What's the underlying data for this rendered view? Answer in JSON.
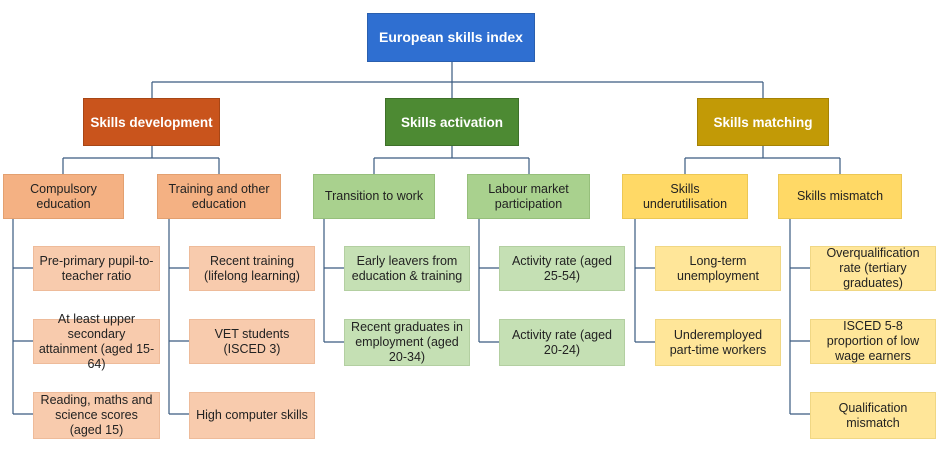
{
  "root": "European skills index",
  "pillars": {
    "development": "Skills development",
    "activation": "Skills activation",
    "matching": "Skills matching"
  },
  "categories": {
    "compulsory": "Compulsory education",
    "training": "Training and other education",
    "transition": "Transition to work",
    "labour": "Labour market participation",
    "underutilisation": "Skills  underutilisation",
    "mismatch": "Skills mismatch"
  },
  "indicators": {
    "compulsory": [
      "Pre-primary pupil-to-teacher ratio",
      "At least upper secondary attainment (aged 15-64)",
      "Reading, maths  and science scores (aged 15)"
    ],
    "training": [
      "Recent training (lifelong learning)",
      "VET students (ISCED 3)",
      "High computer skills"
    ],
    "transition": [
      "Early leavers from education & training",
      "Recent graduates in employment (aged 20-34)"
    ],
    "labour": [
      "Activity rate (aged 25-54)",
      "Activity rate (aged 20-24)"
    ],
    "underutilisation": [
      "Long-term unemployment",
      "Underemployed part-time workers"
    ],
    "mismatch": [
      "Overqualification rate (tertiary graduates)",
      "ISCED 5-8 proportion of low wage earners",
      "Qualification mismatch"
    ]
  }
}
